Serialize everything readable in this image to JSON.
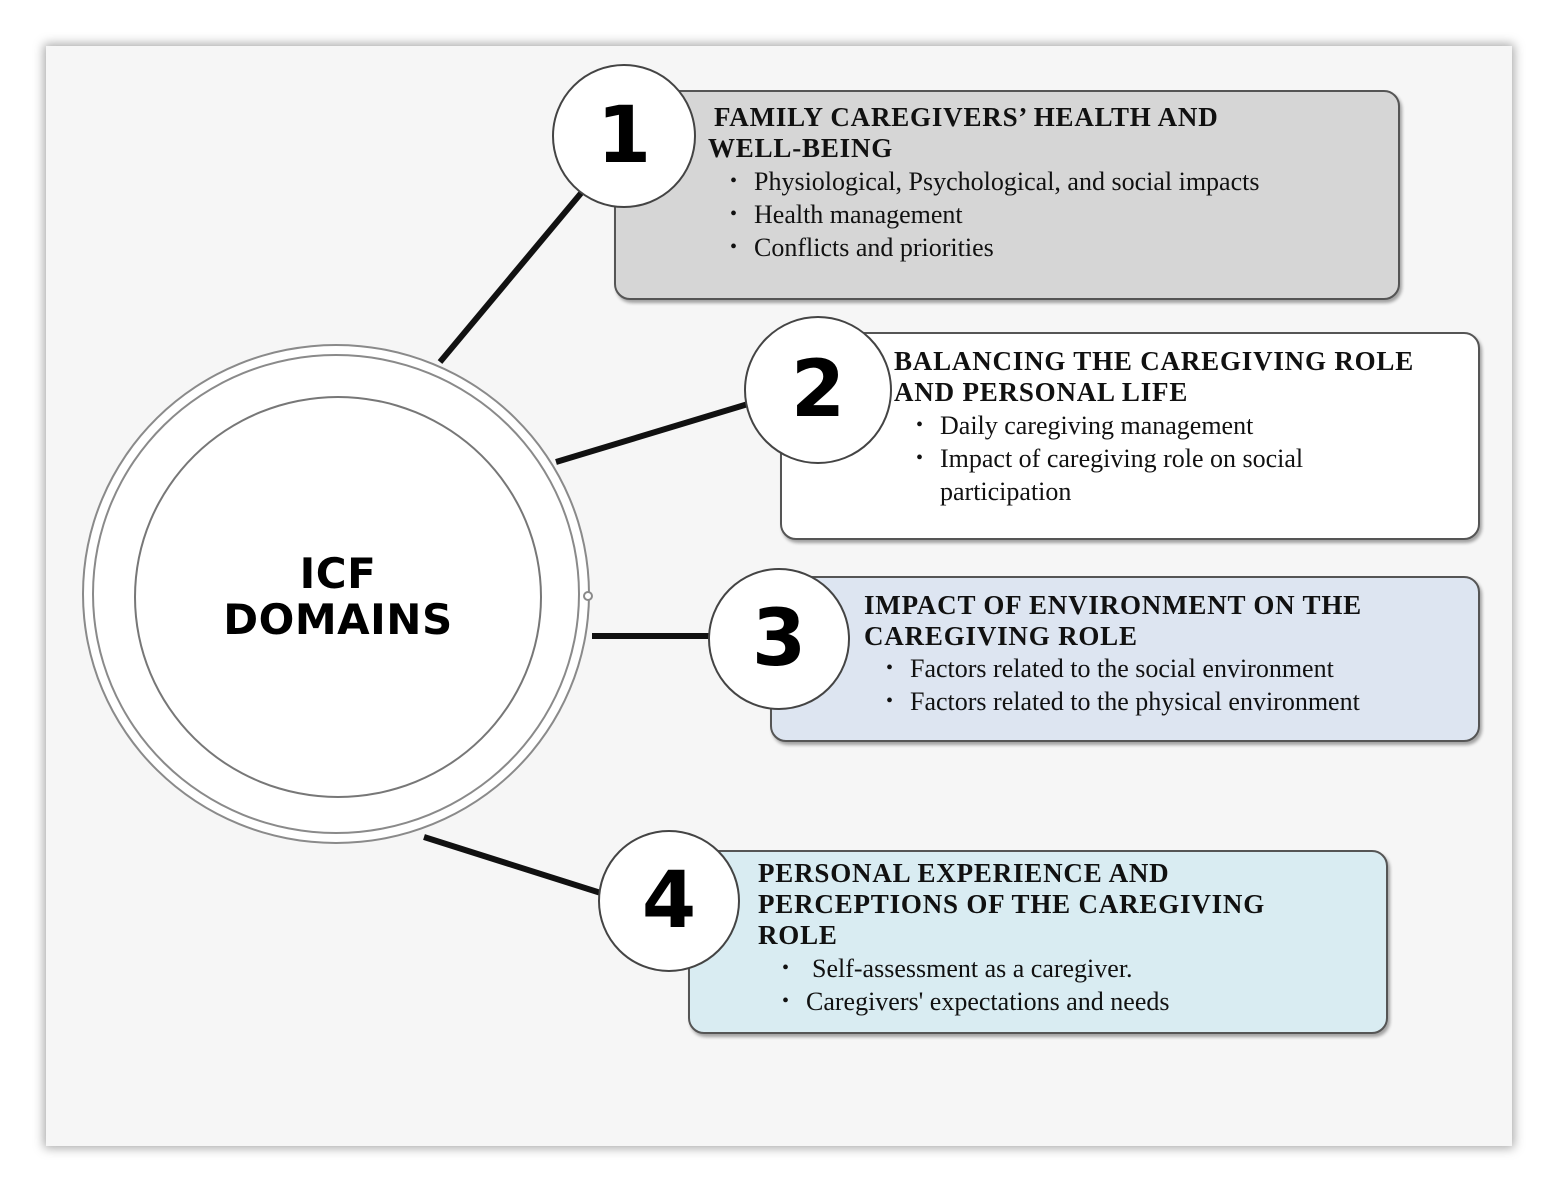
{
  "hub": {
    "line1": "ICF",
    "line2": "DOMAINS"
  },
  "domains": [
    {
      "number": "1",
      "title_line1": "FAMILY CAREGIVERS’ HEALTH AND",
      "title_line2": "WELL-BEING",
      "items": [
        "Physiological, Psychological, and social impacts",
        "Health management",
        "Conflicts and priorities"
      ],
      "fill": "#d6d6d6"
    },
    {
      "number": "2",
      "title_line1": "BALANCING THE CAREGIVING ROLE",
      "title_line2": "AND PERSONAL LIFE",
      "items": [
        "Daily caregiving management",
        "Impact of caregiving role on social participation"
      ],
      "fill": "#ffffff"
    },
    {
      "number": "3",
      "title_line1": "IMPACT OF ENVIRONMENT ON THE",
      "title_line2": "CAREGIVING ROLE",
      "items": [
        "Factors related to the social environment",
        "Factors related to the physical environment"
      ],
      "fill": "#dde5f1"
    },
    {
      "number": "4",
      "title_line1": "PERSONAL EXPERIENCE AND",
      "title_line2": "PERCEPTIONS OF THE CAREGIVING",
      "title_line3": "ROLE",
      "items": [
        "Self-assessment as a caregiver.",
        "Caregivers' expectations and needs"
      ],
      "fill": "#d9ecf2"
    }
  ]
}
